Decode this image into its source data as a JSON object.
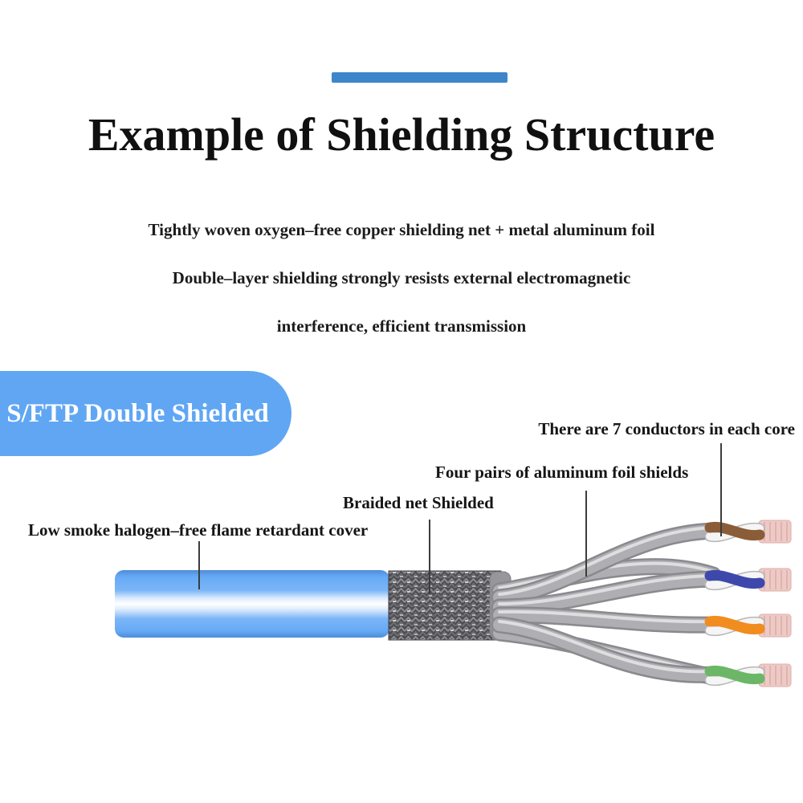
{
  "header": {
    "title": "Example of Shielding Structure",
    "subtitle_lines": [
      "Tightly woven oxygen–free copper shielding net + metal aluminum foil",
      "Double–layer shielding strongly resists external electromagnetic",
      "interference, efficient transmission"
    ]
  },
  "banner": {
    "label": "S/FTP Double Shielded"
  },
  "diagram": {
    "labels": {
      "conductors": "There are 7 conductors in each core",
      "foil": "Four pairs of aluminum foil shields",
      "braid": "Braided net Shielded",
      "jacket": "Low smoke halogen–free flame retardant cover"
    },
    "cable": {
      "pairs": [
        {
          "name": "brown pair",
          "color": "#8a5c38"
        },
        {
          "name": "blue pair",
          "color": "#3e48ac"
        },
        {
          "name": "orange pair",
          "color": "#f18c1f"
        },
        {
          "name": "green pair",
          "color": "#6bb767"
        }
      ]
    }
  },
  "colors": {
    "accent_bar": "#3e86c9",
    "banner_bg": "#60a6f3",
    "banner_text": "#ffffff",
    "leader_line": "#3c3c3c",
    "jacket_blue": "#66aaf6",
    "braid_dark": "#4e4e53",
    "foil_gray": "#aeaeb3",
    "pair_brown": "#8a5c38",
    "pair_blue": "#3e48ac",
    "pair_orange": "#f18c1f",
    "pair_green": "#6bb767",
    "conductor_pink": "#eecac6",
    "conductor_stripe": "#e0b3ae"
  }
}
